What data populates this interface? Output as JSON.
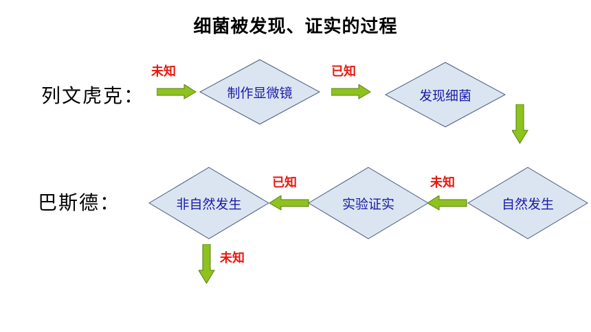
{
  "title": "细菌被发现、证实的过程",
  "rows": {
    "row1_label": "列文虎克：",
    "row2_label": "巴斯德："
  },
  "nodes": {
    "microscope": "制作显微镜",
    "discover": "发现细菌",
    "spontaneous": "自然发生",
    "experiment": "实验证实",
    "non_spontaneous": "非自然发生"
  },
  "status": {
    "s1": "未知",
    "s2": "已知",
    "s3": "未知",
    "s4": "已知",
    "s5": "未知"
  },
  "colors": {
    "diamond_fill": "#dbe5f1",
    "diamond_stroke": "#4a5a7a",
    "arrow_fill": "#8ec21f",
    "arrow_stroke": "#5a7d12",
    "node_text": "#1a1aa6",
    "status_text": "#e8170e"
  }
}
